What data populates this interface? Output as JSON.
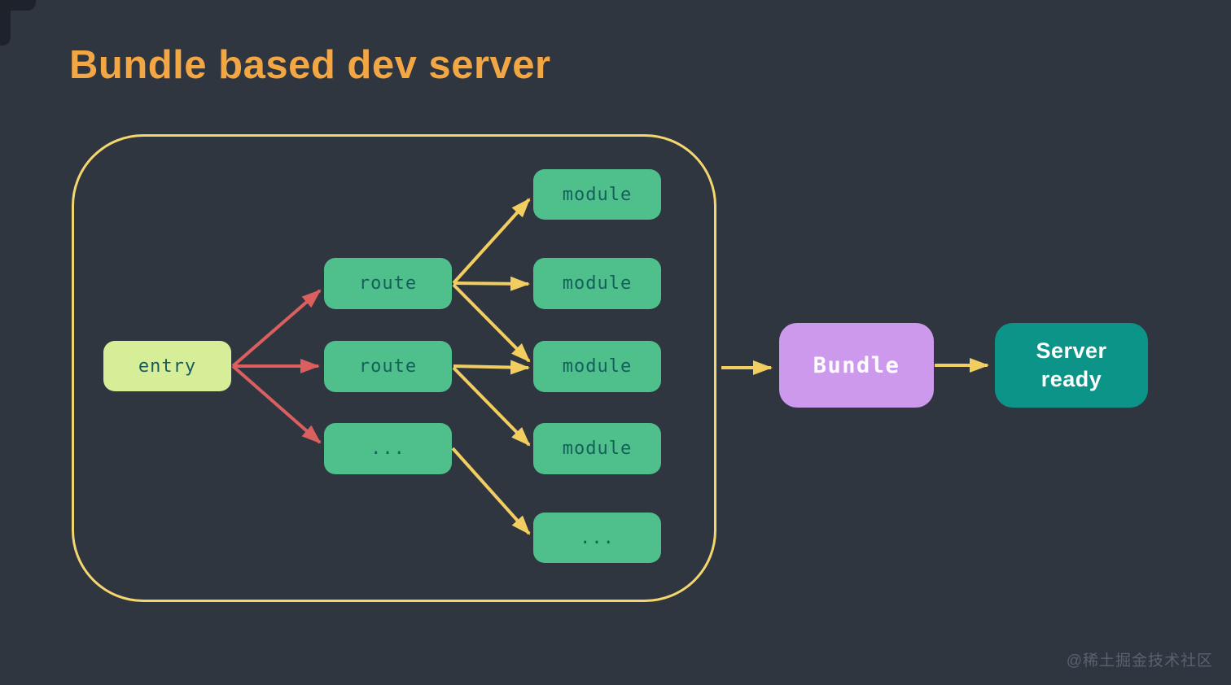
{
  "title": "Bundle based dev server",
  "watermark": "@稀土掘金技术社区",
  "colors": {
    "background": "#303640",
    "title": "#F2A644",
    "group_border": "#F4D66F",
    "edge_red": "#DC5F5F",
    "edge_yellow": "#F2CE60",
    "entry_bg": "#D6EE97",
    "entry_text": "#1A5B60",
    "node_bg": "#4FC08C",
    "node_text": "#14605A",
    "bundle_bg": "#CC99EC",
    "server_bg": "#0D9488",
    "light_text": "#FFFFFF",
    "watermark_text": "#5A626F"
  },
  "diagram": {
    "nodes": {
      "entry": {
        "label": "entry"
      },
      "route1": {
        "label": "route"
      },
      "route2": {
        "label": "route"
      },
      "routeMore": {
        "label": "..."
      },
      "module1": {
        "label": "module"
      },
      "module2": {
        "label": "module"
      },
      "module3": {
        "label": "module"
      },
      "module4": {
        "label": "module"
      },
      "moduleMore": {
        "label": "..."
      },
      "bundle": {
        "label": "Bundle"
      },
      "server": {
        "label": "Server ready"
      }
    },
    "edges": [
      {
        "from": "entry",
        "to": "route1",
        "color": "red"
      },
      {
        "from": "entry",
        "to": "route2",
        "color": "red"
      },
      {
        "from": "entry",
        "to": "routeMore",
        "color": "red"
      },
      {
        "from": "route1",
        "to": "module1",
        "color": "yellow"
      },
      {
        "from": "route1",
        "to": "module2",
        "color": "yellow"
      },
      {
        "from": "route1",
        "to": "module3",
        "color": "yellow"
      },
      {
        "from": "route2",
        "to": "module3",
        "color": "yellow"
      },
      {
        "from": "route2",
        "to": "module4",
        "color": "yellow"
      },
      {
        "from": "routeMore",
        "to": "moduleMore",
        "color": "yellow"
      },
      {
        "from": "group",
        "to": "bundle",
        "color": "yellow"
      },
      {
        "from": "bundle",
        "to": "server",
        "color": "yellow"
      }
    ]
  }
}
